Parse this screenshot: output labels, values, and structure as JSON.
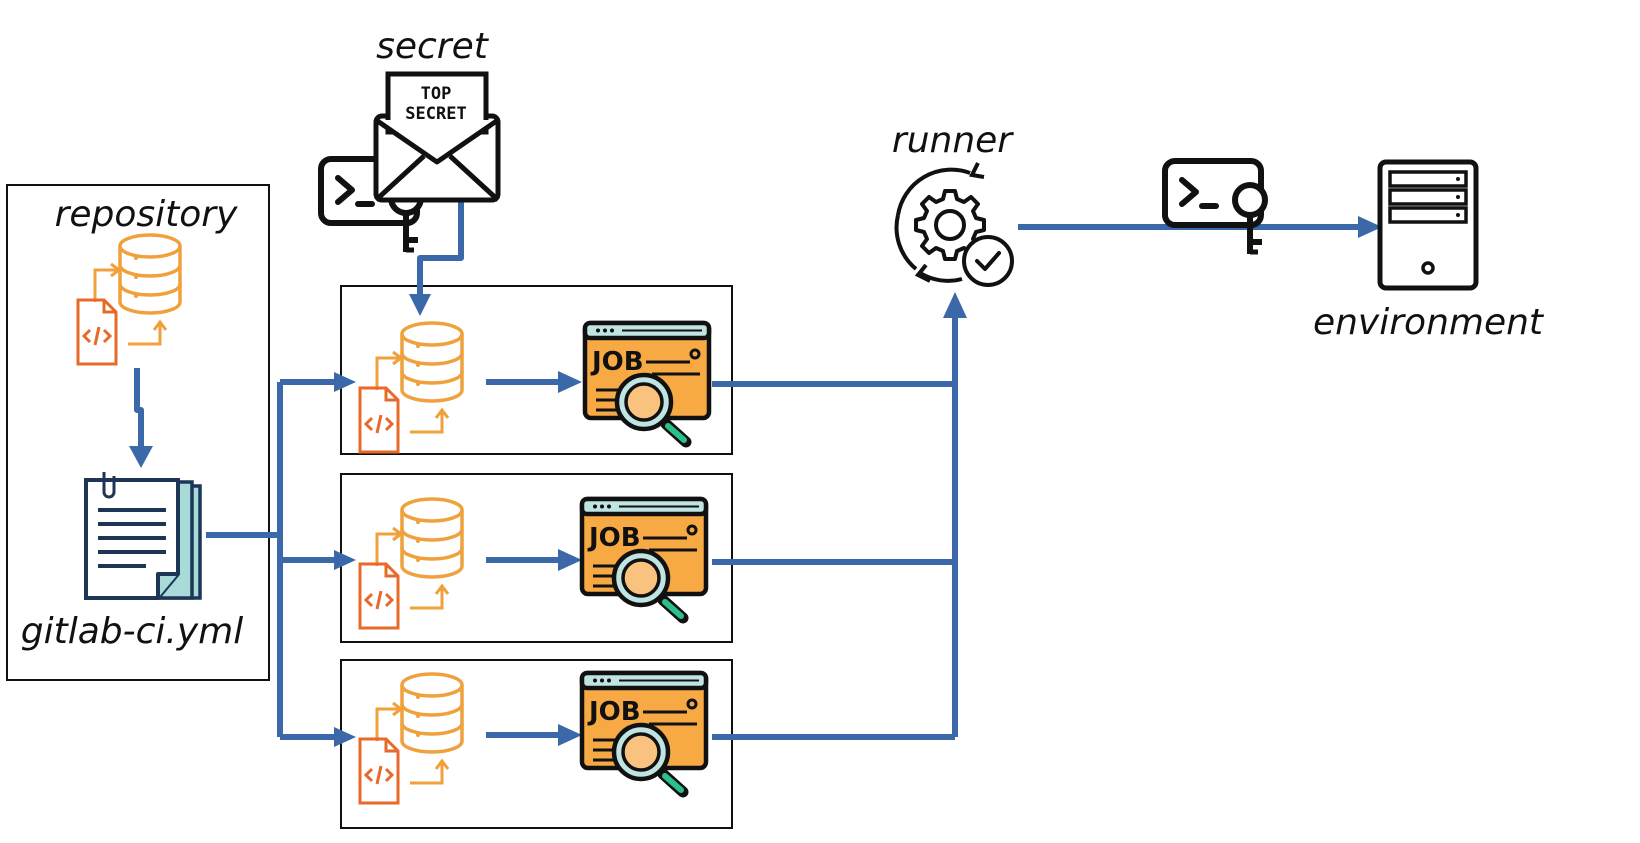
{
  "labels": {
    "repository": "repository",
    "gitlab_ci": "gitlab-ci.yml",
    "secret": "secret",
    "runner": "runner",
    "environment": "environment"
  },
  "envelope": {
    "line1": "TOP",
    "line2": "SECRET"
  },
  "jobs": [
    {
      "badge": "JOB"
    },
    {
      "badge": "JOB"
    },
    {
      "badge": "JOB"
    }
  ],
  "colors": {
    "arrow": "#3a68a8",
    "orange": "#f0a13c",
    "orange_dark": "#e76a2a",
    "job_fill": "#f7a943",
    "job_header": "#bfe4e2",
    "lens": "#f9c27e",
    "lens_handle": "#2bbf8a",
    "doc": "#1d3557",
    "doc_back": "#a8dbd8"
  },
  "icons": {
    "repository": "code-database-icon",
    "config": "yaml-document-icon",
    "secret": "top-secret-envelope-icon",
    "key": "terminal-key-icon",
    "job": "job-search-icon",
    "runner": "gear-cycle-check-icon",
    "environment": "server-tower-icon"
  }
}
